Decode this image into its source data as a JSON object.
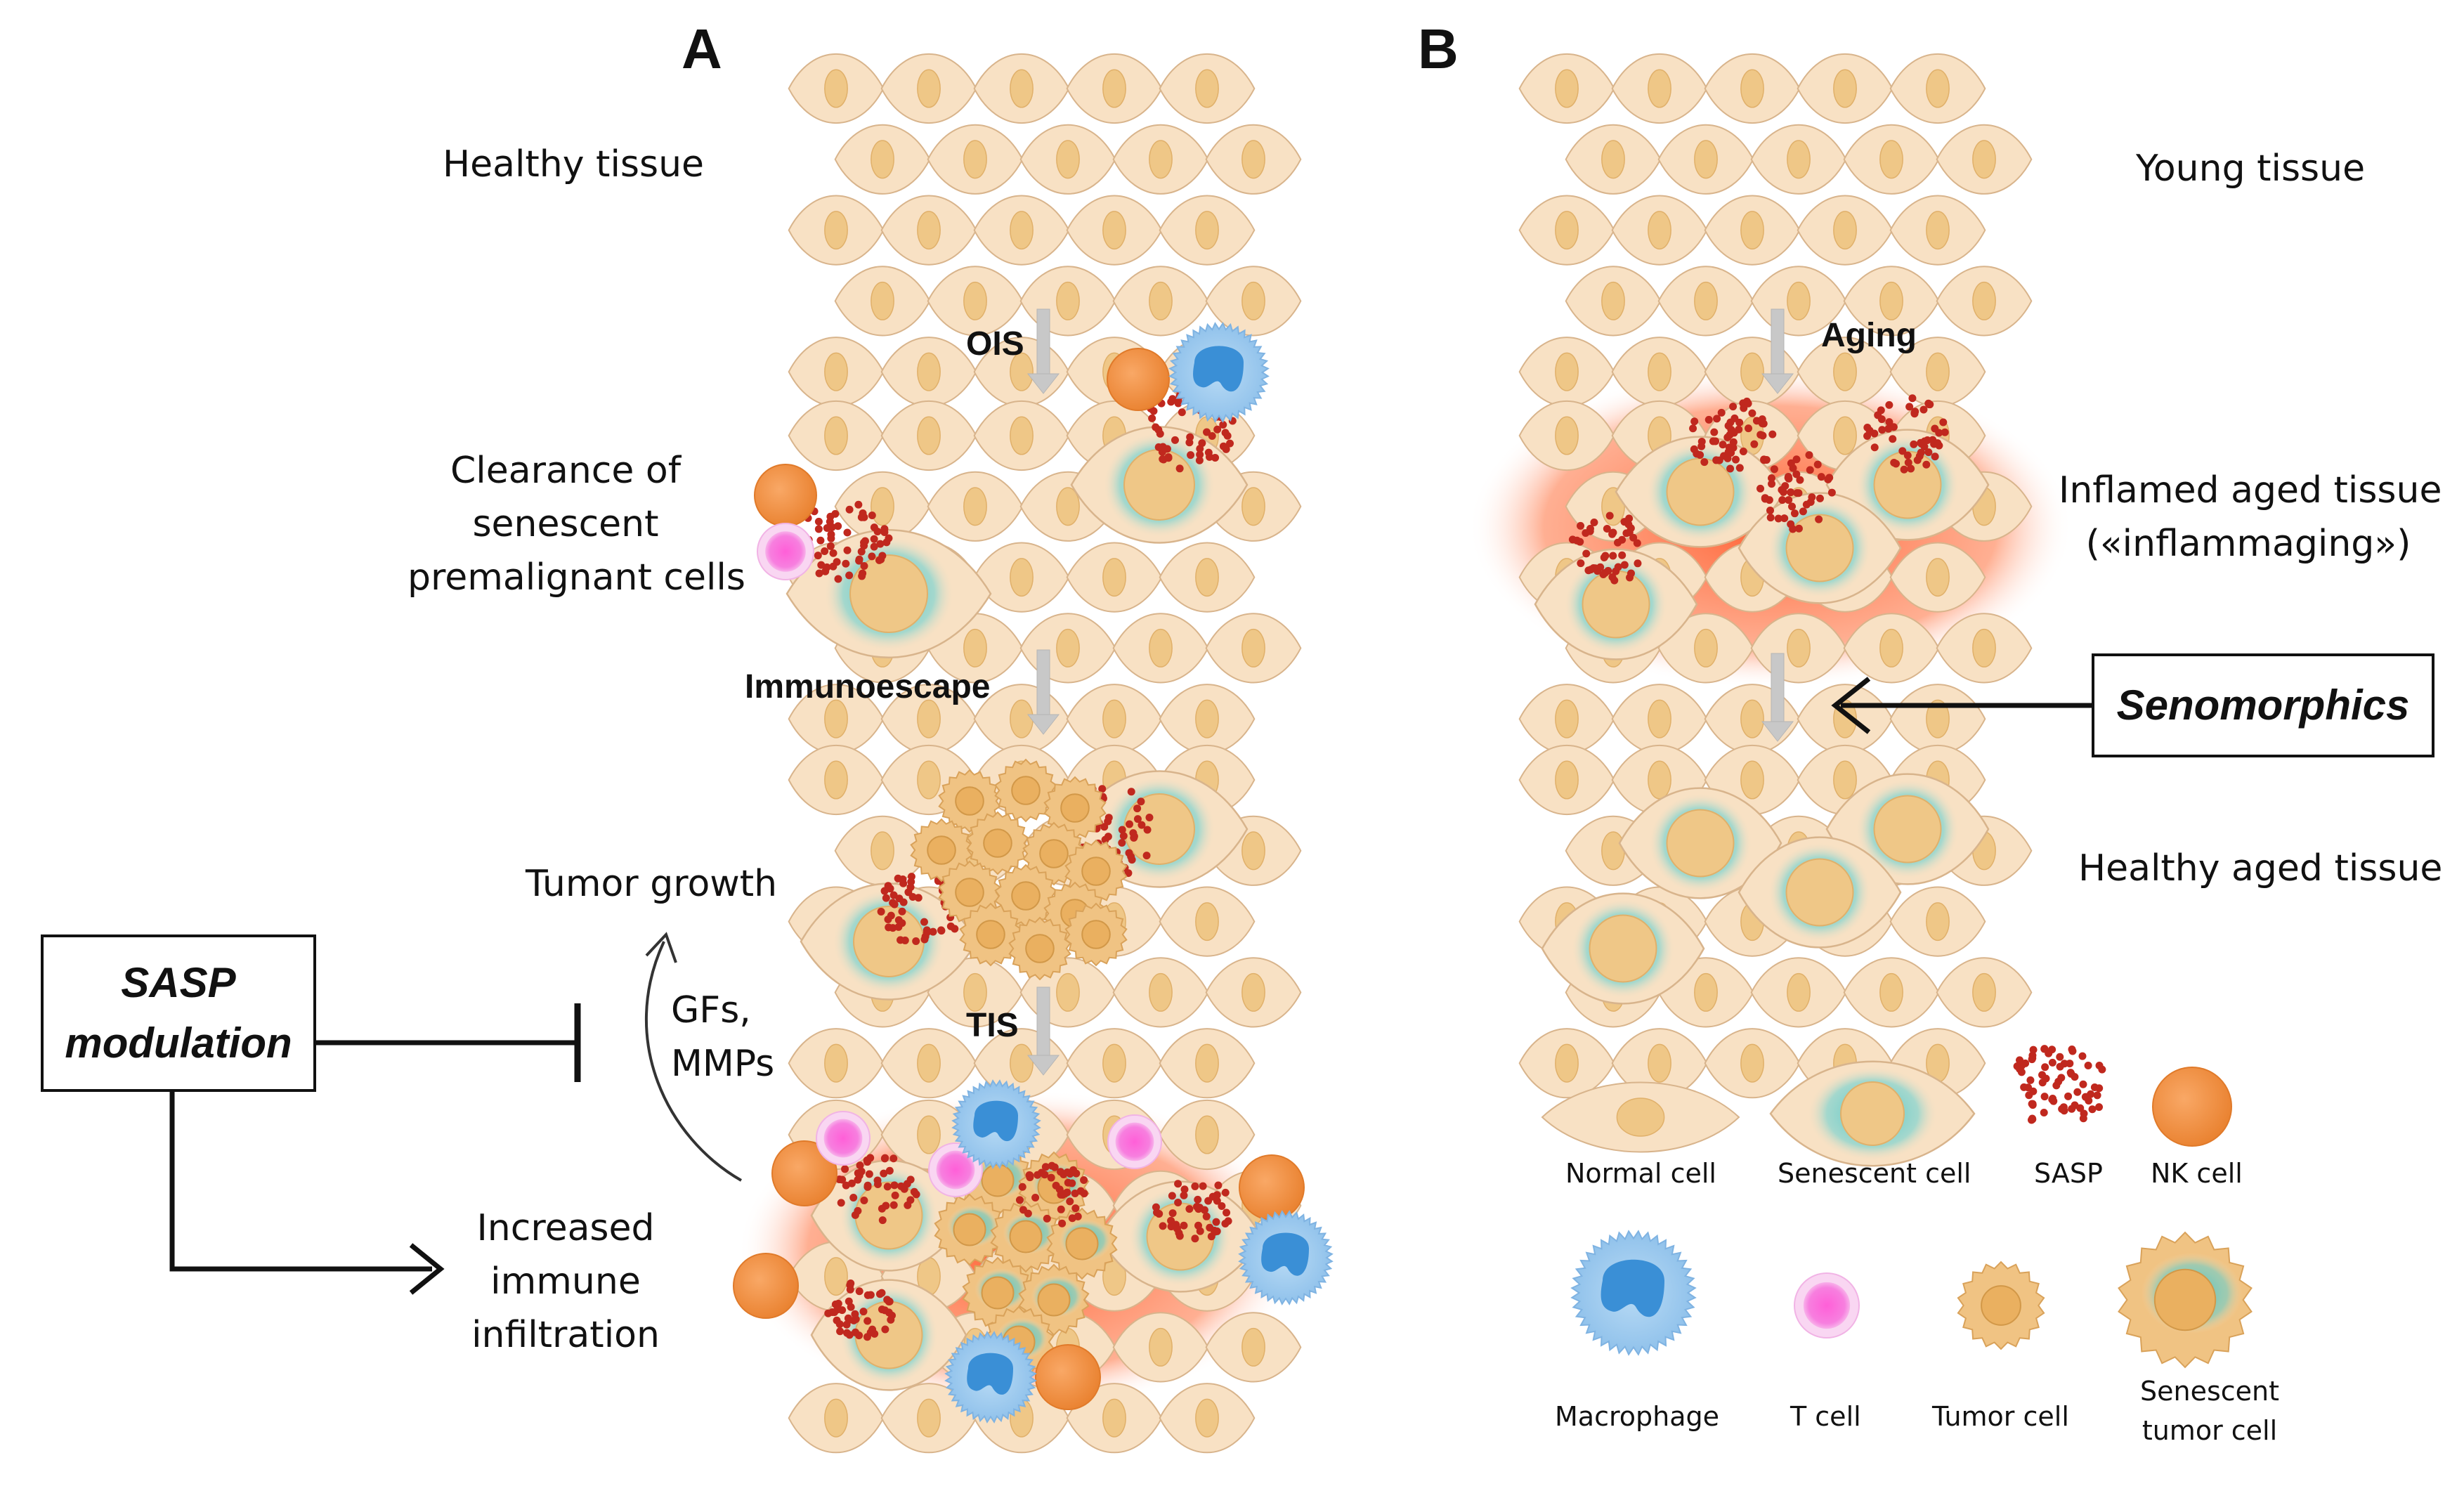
{
  "panels": {
    "a": "A",
    "b": "B"
  },
  "panel_a": {
    "stage1": "Healthy tissue",
    "stage2": [
      "Clearance of",
      "senescent",
      "premalignant cells"
    ],
    "stage3": "Tumor growth",
    "stage4": [
      "Increased",
      "immune",
      "infiltration"
    ],
    "arrows": {
      "ois": "OIS",
      "immunoescape": "Immunoescape",
      "tis": "TIS"
    },
    "feedback": [
      "GFs,",
      "MMPs"
    ],
    "intervention": [
      "SASP",
      "modulation"
    ]
  },
  "panel_b": {
    "stage1": "Young tissue",
    "stage2": [
      "Inflamed aged tissue",
      "(«inflammaging»)"
    ],
    "stage3": "Healthy aged tissue",
    "arrows": {
      "aging": "Aging"
    },
    "intervention": "Senomorphics"
  },
  "legend": {
    "normal_cell": "Normal cell",
    "senescent_cell": "Senescent cell",
    "sasp": "SASP",
    "nk_cell": "NK cell",
    "macrophage": "Macrophage",
    "t_cell": "T cell",
    "tumor_cell": "Tumor cell",
    "senescent_tumor_cell": [
      "Senescent",
      "tumor cell"
    ]
  },
  "colors": {
    "normal_cell_fill": "#f8e1c4",
    "normal_cell_stroke": "#d8b48c",
    "nucleus": "#efc787",
    "senescent_teal": "#3cc2c9",
    "sasp_red": "#c0281e",
    "inflammation_glow": "#ff6a3d",
    "nk_orange": "#f3934a",
    "macrophage_blue": "#9fcbee",
    "macrophage_nucleus": "#3a8fd6",
    "t_cell_pink": "#f76bd9",
    "tumor_fill": "#f0c383",
    "arrow_grey": "#c8c8c8"
  }
}
